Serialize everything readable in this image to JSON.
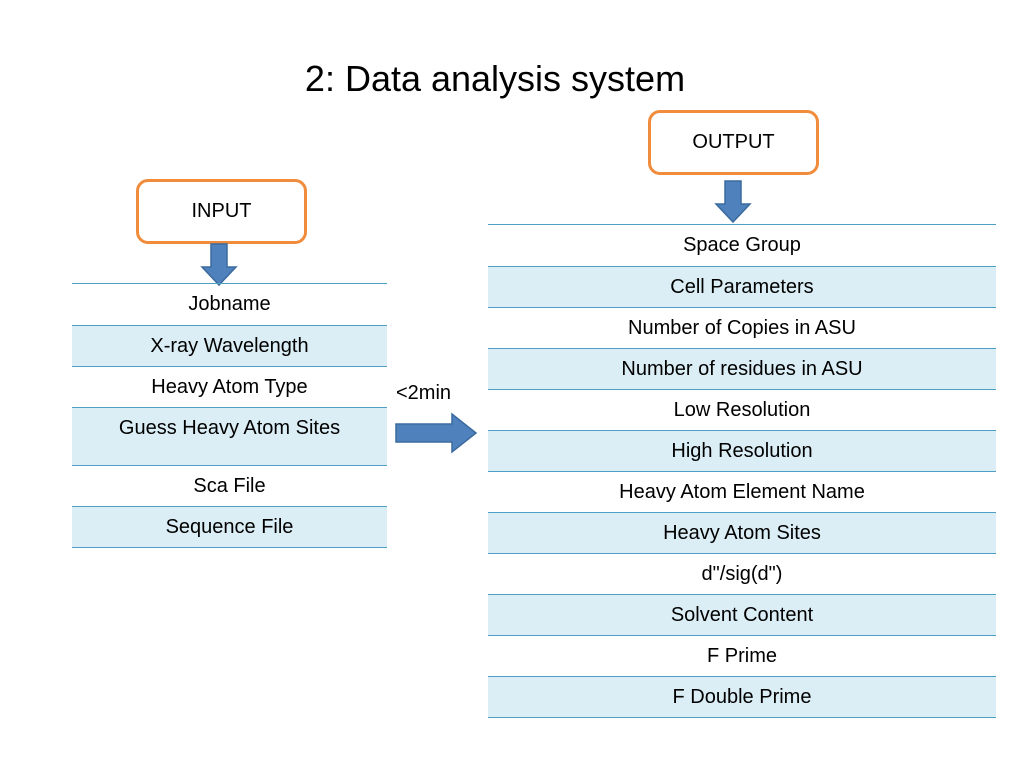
{
  "title": "2: Data analysis system",
  "input": {
    "label": "INPUT",
    "rows": [
      "Jobname",
      "X-ray Wavelength",
      "Heavy Atom Type",
      "Guess Heavy Atom Sites",
      "Sca File",
      "Sequence File"
    ]
  },
  "output": {
    "label": "OUTPUT",
    "rows": [
      "Space Group",
      "Cell Parameters",
      "Number of Copies in ASU",
      "Number of residues in ASU",
      "Low Resolution",
      "High Resolution",
      "Heavy Atom Element Name",
      "Heavy Atom Sites",
      "d\"/sig(d\")",
      "Solvent Content",
      "F Prime",
      "F Double Prime"
    ]
  },
  "time_note": "<2min",
  "colors": {
    "box_border": "#f08c3c",
    "arrow_fill": "#4f81bd",
    "row_shade": "#dbeef5",
    "rule": "#4f9ec4"
  }
}
